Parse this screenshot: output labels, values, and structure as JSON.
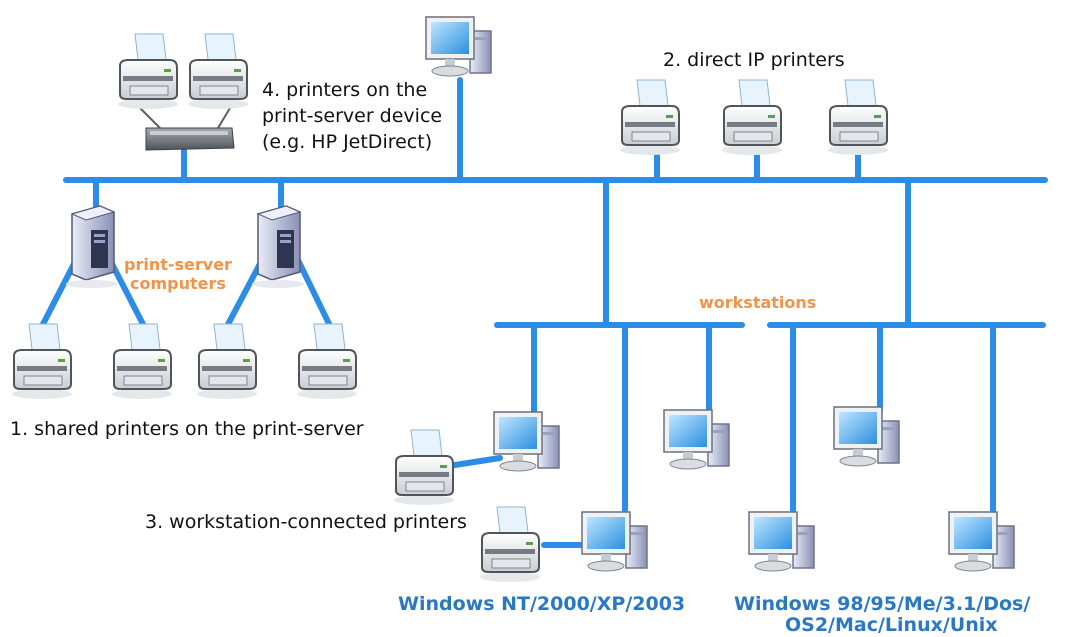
{
  "labels": {
    "print_server_device": [
      "4. printers on the",
      "print-server device",
      "(e.g. HP JetDirect)"
    ],
    "direct_ip": "2. direct IP printers",
    "print_server_computers": [
      "print-server",
      "computers"
    ],
    "workstations": "workstations",
    "shared_printers": "1. shared printers on the print-server",
    "workstation_connected": "3. workstation-connected printers",
    "windows_nt": "Windows NT/2000/XP/2003",
    "windows_98": [
      "Windows 98/95/Me/3.1/Dos/",
      "OS2/Mac/Linux/Unix"
    ]
  },
  "colors": {
    "network_line": "#2d8de6",
    "orange_label": "#f0944a",
    "blue_label": "#2a78c4"
  },
  "icons": [
    "printer-icon",
    "monitor-icon",
    "server-tower-icon",
    "print-server-box-icon"
  ]
}
